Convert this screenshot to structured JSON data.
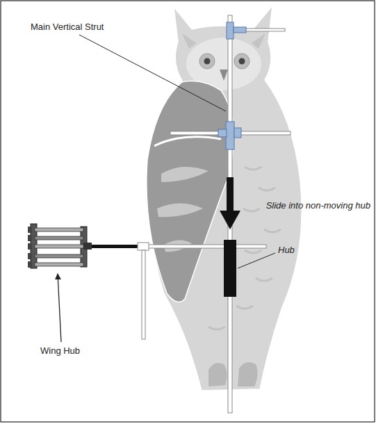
{
  "diagram": {
    "labels": [
      "Main Vertical Strut",
      "Slide into non-moving hub",
      "Hub",
      "Wing Hub"
    ]
  }
}
